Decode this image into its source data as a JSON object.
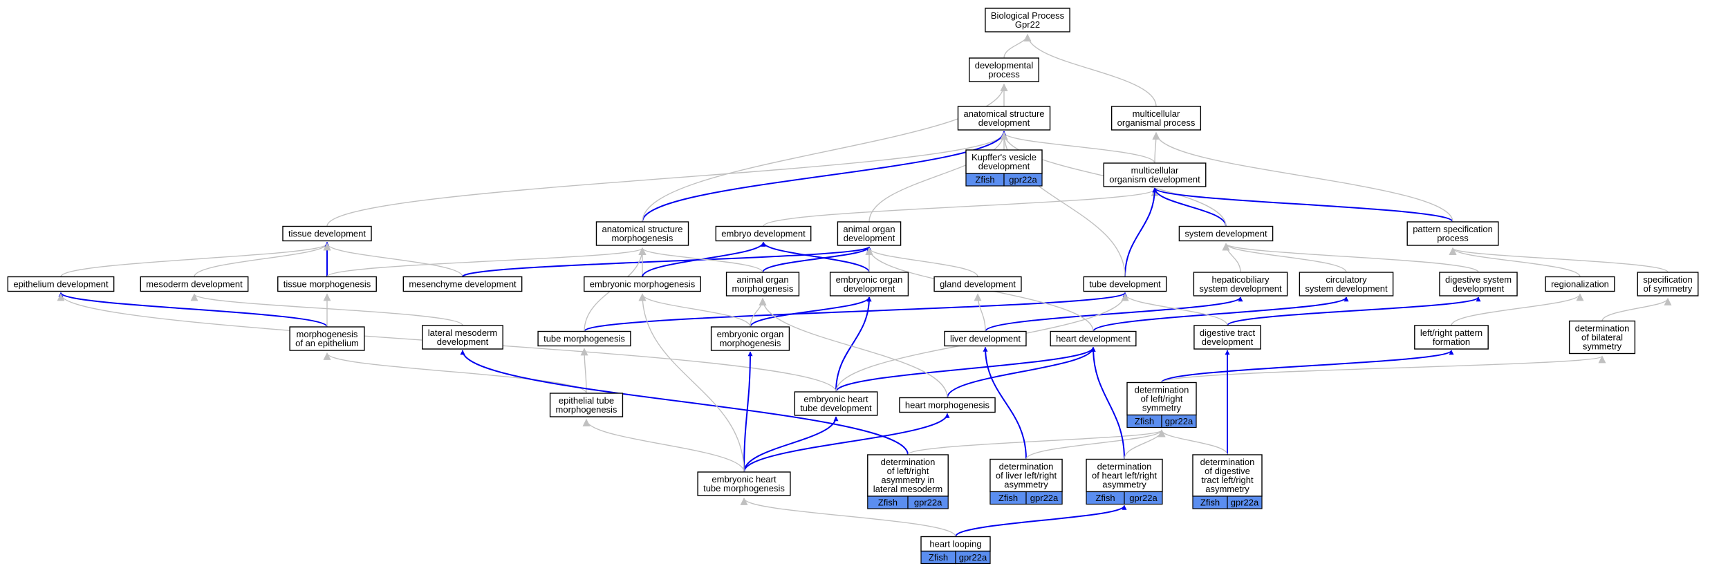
{
  "colors": {
    "regulates_edge": "#0000ee",
    "is_a_edge": "#c0c0c0",
    "annotation_tag": "#5b8ef0",
    "node_border": "#000000"
  },
  "nodes": [
    {
      "id": "bp",
      "lines": [
        "Biological Process",
        "Gpr22"
      ]
    },
    {
      "id": "devproc",
      "lines": [
        "developmental",
        "process"
      ]
    },
    {
      "id": "asd",
      "lines": [
        "anatomical structure",
        "development"
      ]
    },
    {
      "id": "mop",
      "lines": [
        "multicellular",
        "organismal process"
      ]
    },
    {
      "id": "kvd",
      "lines": [
        "Kupffer's vesicle",
        "development"
      ],
      "tags": [
        "Zfish",
        "gpr22a"
      ]
    },
    {
      "id": "mod",
      "lines": [
        "multicellular",
        "organism development"
      ]
    },
    {
      "id": "tisdev",
      "lines": [
        "tissue development"
      ]
    },
    {
      "id": "asm",
      "lines": [
        "anatomical structure",
        "morphogenesis"
      ]
    },
    {
      "id": "embdev",
      "lines": [
        "embryo development"
      ]
    },
    {
      "id": "aod",
      "lines": [
        "animal organ",
        "development"
      ]
    },
    {
      "id": "sysdev",
      "lines": [
        "system development"
      ]
    },
    {
      "id": "pattspec",
      "lines": [
        "pattern specification",
        "process"
      ]
    },
    {
      "id": "epidev",
      "lines": [
        "epithelium development"
      ]
    },
    {
      "id": "mesodev",
      "lines": [
        "mesoderm development"
      ]
    },
    {
      "id": "tismorph",
      "lines": [
        "tissue morphogenesis"
      ]
    },
    {
      "id": "mesendev",
      "lines": [
        "mesenchyme development"
      ]
    },
    {
      "id": "embmorph",
      "lines": [
        "embryonic morphogenesis"
      ]
    },
    {
      "id": "aomorph",
      "lines": [
        "animal organ",
        "morphogenesis"
      ]
    },
    {
      "id": "eod",
      "lines": [
        "embryonic organ",
        "development"
      ]
    },
    {
      "id": "glanddev",
      "lines": [
        "gland development"
      ]
    },
    {
      "id": "tubedev",
      "lines": [
        "tube development"
      ]
    },
    {
      "id": "hepdev",
      "lines": [
        "hepaticobiliary",
        "system development"
      ]
    },
    {
      "id": "circdev",
      "lines": [
        "circulatory",
        "system development"
      ]
    },
    {
      "id": "digsysdev",
      "lines": [
        "digestive system",
        "development"
      ]
    },
    {
      "id": "region",
      "lines": [
        "regionalization"
      ]
    },
    {
      "id": "specsym",
      "lines": [
        "specification",
        "of symmetry"
      ]
    },
    {
      "id": "morphepi",
      "lines": [
        "morphogenesis",
        "of an epithelium"
      ]
    },
    {
      "id": "latmeso",
      "lines": [
        "lateral mesoderm",
        "development"
      ]
    },
    {
      "id": "tubemorph",
      "lines": [
        "tube morphogenesis"
      ]
    },
    {
      "id": "eomorph",
      "lines": [
        "embryonic organ",
        "morphogenesis"
      ]
    },
    {
      "id": "liverdev",
      "lines": [
        "liver development"
      ]
    },
    {
      "id": "heartdev",
      "lines": [
        "heart development"
      ]
    },
    {
      "id": "digtract",
      "lines": [
        "digestive tract",
        "development"
      ]
    },
    {
      "id": "lrpatt",
      "lines": [
        "left/right pattern",
        "formation"
      ]
    },
    {
      "id": "detbilat",
      "lines": [
        "determination",
        "of bilateral",
        "symmetry"
      ]
    },
    {
      "id": "detlr",
      "lines": [
        "determination",
        "of left/right",
        "symmetry"
      ],
      "tags": [
        "Zfish",
        "gpr22a"
      ]
    },
    {
      "id": "epitube",
      "lines": [
        "epithelial tube",
        "morphogenesis"
      ]
    },
    {
      "id": "ehtd",
      "lines": [
        "embryonic heart",
        "tube development"
      ]
    },
    {
      "id": "heartmorph",
      "lines": [
        "heart morphogenesis"
      ]
    },
    {
      "id": "detlrlatmeso",
      "lines": [
        "determination",
        "of left/right",
        "asymmetry in",
        "lateral mesoderm"
      ],
      "tags": [
        "Zfish",
        "gpr22a"
      ]
    },
    {
      "id": "detliver",
      "lines": [
        "determination",
        "of liver left/right",
        "asymmetry"
      ],
      "tags": [
        "Zfish",
        "gpr22a"
      ]
    },
    {
      "id": "detheart",
      "lines": [
        "determination",
        "of heart left/right",
        "asymmetry"
      ],
      "tags": [
        "Zfish",
        "gpr22a"
      ]
    },
    {
      "id": "detdig",
      "lines": [
        "determination",
        "of digestive",
        "tract left/right",
        "asymmetry"
      ],
      "tags": [
        "Zfish",
        "gpr22a"
      ]
    },
    {
      "id": "ehtm",
      "lines": [
        "embryonic heart",
        "tube morphogenesis"
      ]
    },
    {
      "id": "heartloop",
      "lines": [
        "heart looping"
      ],
      "tags": [
        "Zfish",
        "gpr22a"
      ]
    }
  ],
  "edges": [
    {
      "from": "devproc",
      "to": "bp",
      "type": "is_a"
    },
    {
      "from": "mop",
      "to": "bp",
      "type": "is_a"
    },
    {
      "from": "asd",
      "to": "devproc",
      "type": "is_a"
    },
    {
      "from": "mod",
      "to": "mop",
      "type": "is_a"
    },
    {
      "from": "mod",
      "to": "asd",
      "type": "is_a"
    },
    {
      "from": "kvd",
      "to": "asd",
      "type": "is_a"
    },
    {
      "from": "tisdev",
      "to": "asd",
      "type": "is_a"
    },
    {
      "from": "asm",
      "to": "asd",
      "type": "regulates"
    },
    {
      "from": "asm",
      "to": "devproc",
      "type": "is_a"
    },
    {
      "from": "embdev",
      "to": "mod",
      "type": "is_a"
    },
    {
      "from": "aod",
      "to": "asd",
      "type": "is_a"
    },
    {
      "from": "sysdev",
      "to": "mod",
      "type": "regulates"
    },
    {
      "from": "sysdev",
      "to": "asd",
      "type": "is_a"
    },
    {
      "from": "pattspec",
      "to": "mod",
      "type": "regulates"
    },
    {
      "from": "pattspec",
      "to": "mop",
      "type": "is_a"
    },
    {
      "from": "epidev",
      "to": "tisdev",
      "type": "is_a"
    },
    {
      "from": "mesodev",
      "to": "tisdev",
      "type": "is_a"
    },
    {
      "from": "tismorph",
      "to": "tisdev",
      "type": "regulates"
    },
    {
      "from": "mesendev",
      "to": "tisdev",
      "type": "is_a"
    },
    {
      "from": "mesendev",
      "to": "aod",
      "type": "regulates"
    },
    {
      "from": "tismorph",
      "to": "asm",
      "type": "is_a"
    },
    {
      "from": "embmorph",
      "to": "asm",
      "type": "is_a"
    },
    {
      "from": "embmorph",
      "to": "embdev",
      "type": "regulates"
    },
    {
      "from": "aomorph",
      "to": "aod",
      "type": "regulates"
    },
    {
      "from": "aomorph",
      "to": "asm",
      "type": "is_a"
    },
    {
      "from": "eod",
      "to": "embdev",
      "type": "regulates"
    },
    {
      "from": "eod",
      "to": "aod",
      "type": "is_a"
    },
    {
      "from": "glanddev",
      "to": "aod",
      "type": "is_a"
    },
    {
      "from": "tubedev",
      "to": "mod",
      "type": "regulates"
    },
    {
      "from": "tubedev",
      "to": "asd",
      "type": "is_a"
    },
    {
      "from": "hepdev",
      "to": "sysdev",
      "type": "is_a"
    },
    {
      "from": "circdev",
      "to": "sysdev",
      "type": "is_a"
    },
    {
      "from": "digsysdev",
      "to": "sysdev",
      "type": "is_a"
    },
    {
      "from": "region",
      "to": "pattspec",
      "type": "is_a"
    },
    {
      "from": "specsym",
      "to": "pattspec",
      "type": "is_a"
    },
    {
      "from": "morphepi",
      "to": "epidev",
      "type": "regulates"
    },
    {
      "from": "morphepi",
      "to": "tismorph",
      "type": "is_a"
    },
    {
      "from": "latmeso",
      "to": "mesodev",
      "type": "is_a"
    },
    {
      "from": "tubemorph",
      "to": "tubedev",
      "type": "regulates"
    },
    {
      "from": "tubemorph",
      "to": "asm",
      "type": "is_a"
    },
    {
      "from": "eomorph",
      "to": "eod",
      "type": "regulates"
    },
    {
      "from": "eomorph",
      "to": "embmorph",
      "type": "is_a"
    },
    {
      "from": "eomorph",
      "to": "aomorph",
      "type": "is_a"
    },
    {
      "from": "liverdev",
      "to": "hepdev",
      "type": "regulates"
    },
    {
      "from": "liverdev",
      "to": "glanddev",
      "type": "is_a"
    },
    {
      "from": "heartdev",
      "to": "circdev",
      "type": "regulates"
    },
    {
      "from": "heartdev",
      "to": "aod",
      "type": "is_a"
    },
    {
      "from": "digtract",
      "to": "digsysdev",
      "type": "regulates"
    },
    {
      "from": "digtract",
      "to": "tubedev",
      "type": "is_a"
    },
    {
      "from": "lrpatt",
      "to": "region",
      "type": "is_a"
    },
    {
      "from": "detbilat",
      "to": "specsym",
      "type": "is_a"
    },
    {
      "from": "detlr",
      "to": "lrpatt",
      "type": "regulates"
    },
    {
      "from": "detlr",
      "to": "detbilat",
      "type": "is_a"
    },
    {
      "from": "epitube",
      "to": "tubemorph",
      "type": "is_a"
    },
    {
      "from": "epitube",
      "to": "morphepi",
      "type": "is_a"
    },
    {
      "from": "ehtd",
      "to": "eod",
      "type": "regulates"
    },
    {
      "from": "ehtd",
      "to": "heartdev",
      "type": "regulates"
    },
    {
      "from": "ehtd",
      "to": "tubedev",
      "type": "is_a"
    },
    {
      "from": "ehtd",
      "to": "epidev",
      "type": "is_a"
    },
    {
      "from": "heartmorph",
      "to": "heartdev",
      "type": "regulates"
    },
    {
      "from": "heartmorph",
      "to": "aomorph",
      "type": "is_a"
    },
    {
      "from": "detlrlatmeso",
      "to": "latmeso",
      "type": "regulates"
    },
    {
      "from": "detlrlatmeso",
      "to": "detlr",
      "type": "is_a"
    },
    {
      "from": "detliver",
      "to": "liverdev",
      "type": "regulates"
    },
    {
      "from": "detliver",
      "to": "detlr",
      "type": "is_a"
    },
    {
      "from": "detheart",
      "to": "heartdev",
      "type": "regulates"
    },
    {
      "from": "detheart",
      "to": "detlr",
      "type": "is_a"
    },
    {
      "from": "detdig",
      "to": "digtract",
      "type": "regulates"
    },
    {
      "from": "detdig",
      "to": "detlr",
      "type": "is_a"
    },
    {
      "from": "ehtm",
      "to": "ehtd",
      "type": "regulates"
    },
    {
      "from": "ehtm",
      "to": "eomorph",
      "type": "regulates"
    },
    {
      "from": "ehtm",
      "to": "heartmorph",
      "type": "regulates"
    },
    {
      "from": "ehtm",
      "to": "epitube",
      "type": "is_a"
    },
    {
      "from": "ehtm",
      "to": "embmorph",
      "type": "is_a"
    },
    {
      "from": "heartloop",
      "to": "detheart",
      "type": "regulates"
    },
    {
      "from": "heartloop",
      "to": "ehtm",
      "type": "is_a"
    }
  ]
}
